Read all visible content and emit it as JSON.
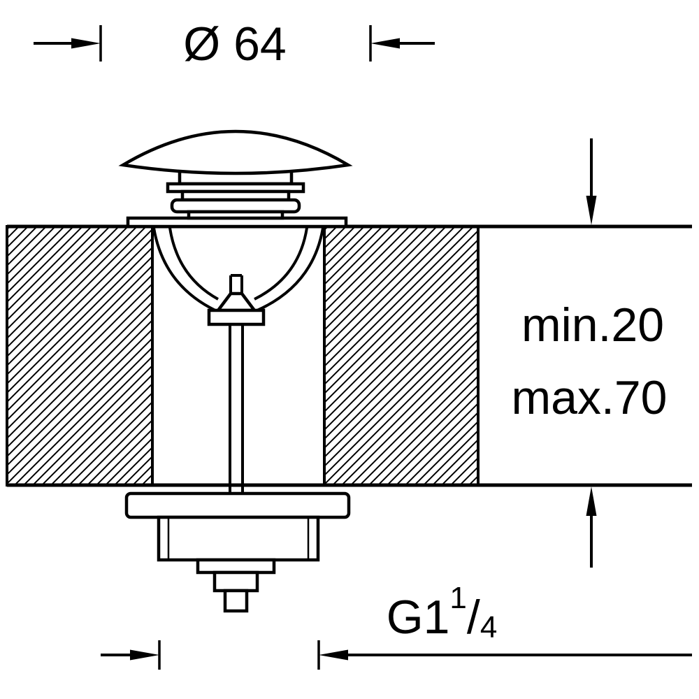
{
  "diagram": {
    "labels": {
      "diameter": "Ø 64",
      "depth_min": "min.20",
      "depth_max": "max.70",
      "thread_base": "G1",
      "thread_sup": "1",
      "thread_slash": "/",
      "thread_sub": "4",
      "thread_full": "G1 1/4"
    },
    "colors": {
      "line": "#000000",
      "background": "#ffffff"
    }
  }
}
